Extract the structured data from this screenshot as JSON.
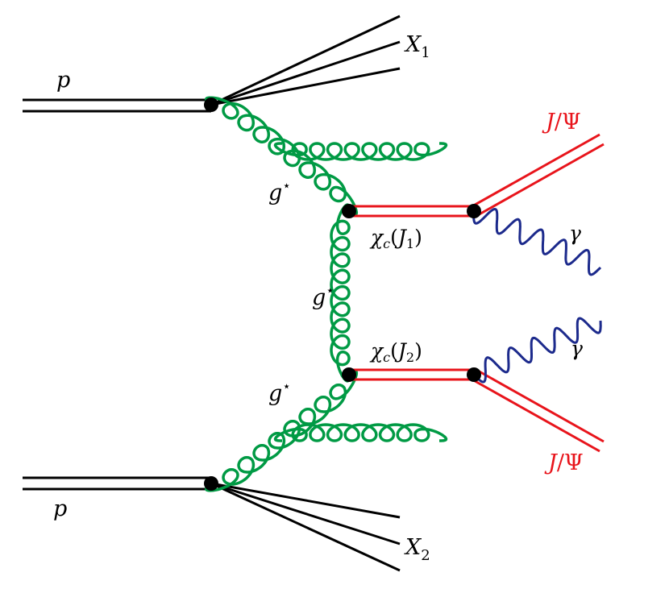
{
  "labels": {
    "proton_top": "p",
    "proton_bottom": "p",
    "x1": {
      "main": "X",
      "sub": "1"
    },
    "x2": {
      "main": "X",
      "sub": "2"
    },
    "gstar_upper": {
      "main": "g",
      "sup": "⋆"
    },
    "gstar_middle": {
      "main": "g",
      "sup": "⋆"
    },
    "gstar_lower": {
      "main": "g",
      "sup": "⋆"
    },
    "chi_upper": {
      "chi": "χ",
      "sub": "c",
      "open": "(",
      "j": "J",
      "jsub": "1",
      "close": ")"
    },
    "chi_lower": {
      "chi": "χ",
      "sub": "c",
      "open": "(",
      "j": "J",
      "jsub": "2",
      "close": ")"
    },
    "jpsi_upper": {
      "j": "J",
      "slash": "/",
      "psi": "Ψ"
    },
    "jpsi_lower": {
      "j": "J",
      "slash": "/",
      "psi": "Ψ"
    },
    "gamma_upper": "γ",
    "gamma_lower": "γ"
  },
  "colors": {
    "proton": "#000000",
    "gluon": "#009a44",
    "charmonium": "#e8141b",
    "photon": "#1c2a8c",
    "vertex": "#000000"
  }
}
